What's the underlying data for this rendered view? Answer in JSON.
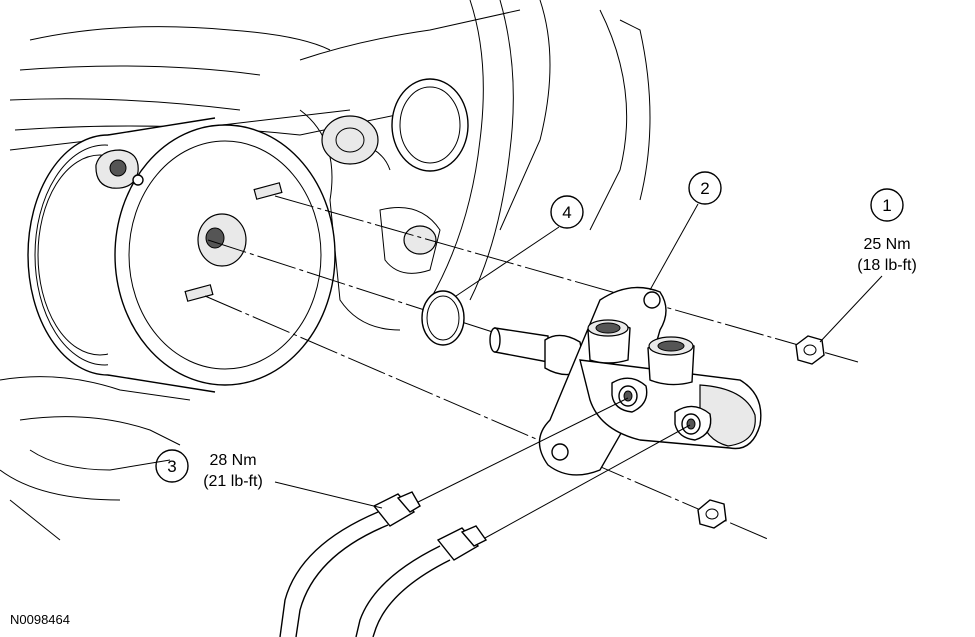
{
  "figure_id": "N0098464",
  "callouts": [
    {
      "number": "1",
      "torque_nm": "25 Nm",
      "torque_lbft": "(18 lb-ft)"
    },
    {
      "number": "2"
    },
    {
      "number": "3",
      "torque_nm": "28 Nm",
      "torque_lbft": "(21 lb-ft)"
    },
    {
      "number": "4"
    }
  ]
}
